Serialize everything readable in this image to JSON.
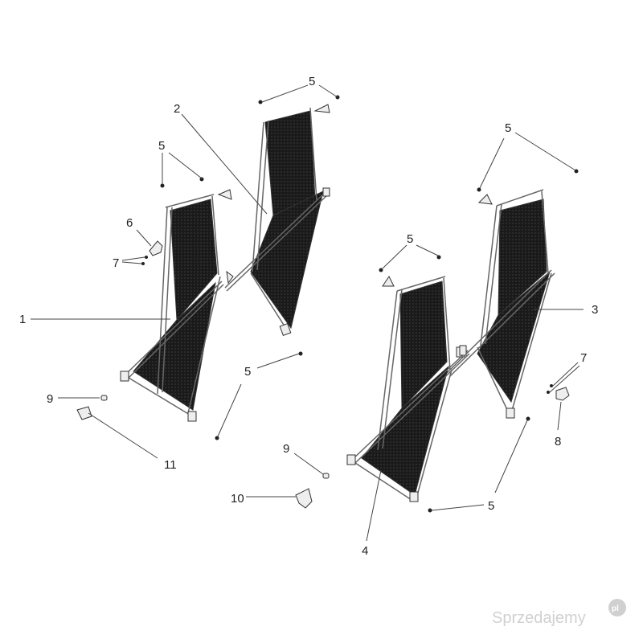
{
  "callouts": [
    {
      "id": "c1",
      "text": "1"
    },
    {
      "id": "c2",
      "text": "2"
    },
    {
      "id": "c3",
      "text": "3"
    },
    {
      "id": "c4",
      "text": "4"
    },
    {
      "id": "c5a",
      "text": "5"
    },
    {
      "id": "c5b",
      "text": "5"
    },
    {
      "id": "c5c",
      "text": "5"
    },
    {
      "id": "c5d",
      "text": "5"
    },
    {
      "id": "c5e",
      "text": "5"
    },
    {
      "id": "c5f",
      "text": "5"
    },
    {
      "id": "c6",
      "text": "6"
    },
    {
      "id": "c7a",
      "text": "7"
    },
    {
      "id": "c7b",
      "text": "7"
    },
    {
      "id": "c8",
      "text": "8"
    },
    {
      "id": "c9a",
      "text": "9"
    },
    {
      "id": "c9b",
      "text": "9"
    },
    {
      "id": "c10",
      "text": "10"
    },
    {
      "id": "c11",
      "text": "11"
    }
  ],
  "watermark": {
    "text": "Sprzedajemy",
    "badge": "pl"
  },
  "colors": {
    "mesh": "#1a1a1a",
    "frame": "#555555",
    "watermark": "#d0d0d0"
  }
}
